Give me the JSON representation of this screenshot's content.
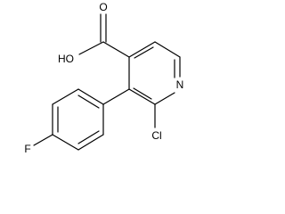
{
  "molecule": {
    "labels": {
      "carbonyl_oxygen": "O",
      "hydroxyl": "HO",
      "nitrogen": "N",
      "chlorine": "Cl",
      "fluorine": "F"
    }
  }
}
